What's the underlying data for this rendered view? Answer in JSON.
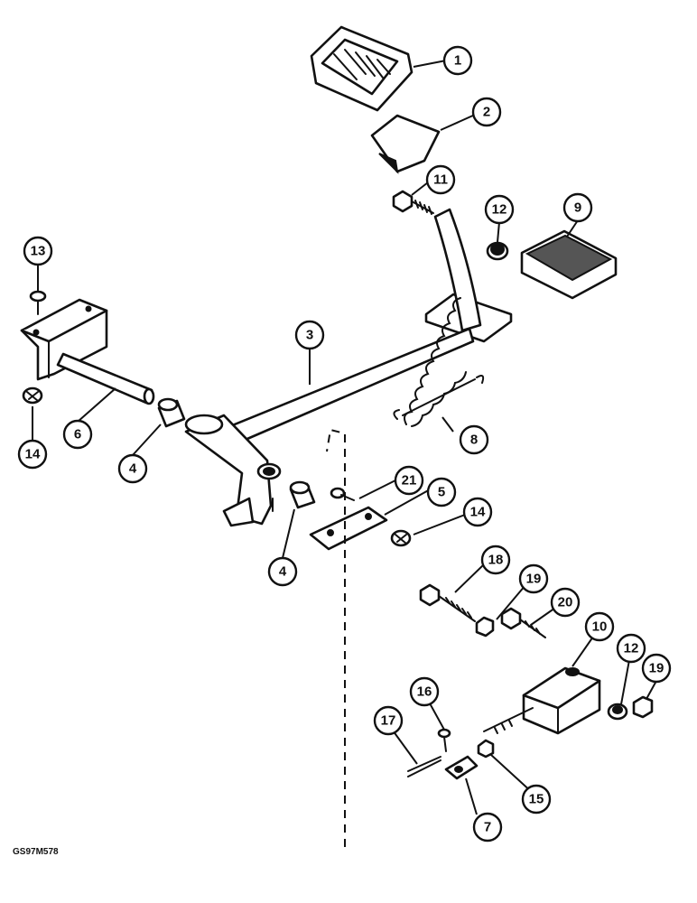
{
  "figure_ref": "GS97M578",
  "callouts": [
    {
      "id": "c1",
      "label": "1"
    },
    {
      "id": "c2",
      "label": "2"
    },
    {
      "id": "c3",
      "label": "3"
    },
    {
      "id": "c4a",
      "label": "4"
    },
    {
      "id": "c4b",
      "label": "4"
    },
    {
      "id": "c5",
      "label": "5"
    },
    {
      "id": "c6",
      "label": "6"
    },
    {
      "id": "c7",
      "label": "7"
    },
    {
      "id": "c8",
      "label": "8"
    },
    {
      "id": "c9",
      "label": "9"
    },
    {
      "id": "c10",
      "label": "10"
    },
    {
      "id": "c11",
      "label": "11"
    },
    {
      "id": "c12a",
      "label": "12"
    },
    {
      "id": "c12b",
      "label": "12"
    },
    {
      "id": "c13",
      "label": "13"
    },
    {
      "id": "c14a",
      "label": "14"
    },
    {
      "id": "c14b",
      "label": "14"
    },
    {
      "id": "c15",
      "label": "15"
    },
    {
      "id": "c16",
      "label": "16"
    },
    {
      "id": "c17",
      "label": "17"
    },
    {
      "id": "c18",
      "label": "18"
    },
    {
      "id": "c19a",
      "label": "19"
    },
    {
      "id": "c19b",
      "label": "19"
    },
    {
      "id": "c20",
      "label": "20"
    },
    {
      "id": "c21",
      "label": "21"
    }
  ]
}
